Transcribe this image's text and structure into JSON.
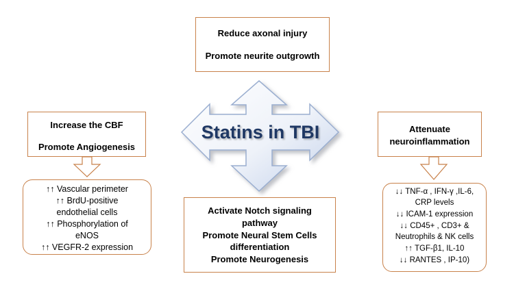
{
  "top": {
    "line1": "Reduce axonal injury",
    "line2": "Promote neurite outgrowth"
  },
  "center": {
    "title": "Statins in TBI"
  },
  "left": {
    "line1": "Increase the CBF",
    "line2": "Promote Angiogenesis",
    "items": [
      "↑↑ Vascular perimeter",
      "↑↑ BrdU-positive",
      "endothelial cells",
      "↑↑ Phosphorylation of",
      "eNOS",
      "↑↑ VEGFR-2 expression"
    ]
  },
  "right": {
    "line1": "Attenuate",
    "line2": "neuroinflammation",
    "items": [
      "↓↓ TNF-α , IFN-γ ,IL-6,",
      "CRP levels",
      "↓↓ ICAM-1 expression",
      "↓↓ CD45+ , CD3+  &",
      "Neutrophils & NK cells",
      "↑↑ TGF-β1, IL-10",
      "↓↓ RANTES , IP-10)"
    ]
  },
  "bottom": {
    "lines": [
      "Activate Notch signaling",
      "pathway",
      "Promote Neural Stem Cells",
      "differentiation",
      "Promote Neurogenesis"
    ]
  },
  "colors": {
    "border": "#c8814a",
    "arrow_fill_light": "#ffffff",
    "arrow_fill_dark": "#c9d6ec",
    "arrow_stroke": "#9aaed0",
    "title_text": "#1f3864"
  }
}
